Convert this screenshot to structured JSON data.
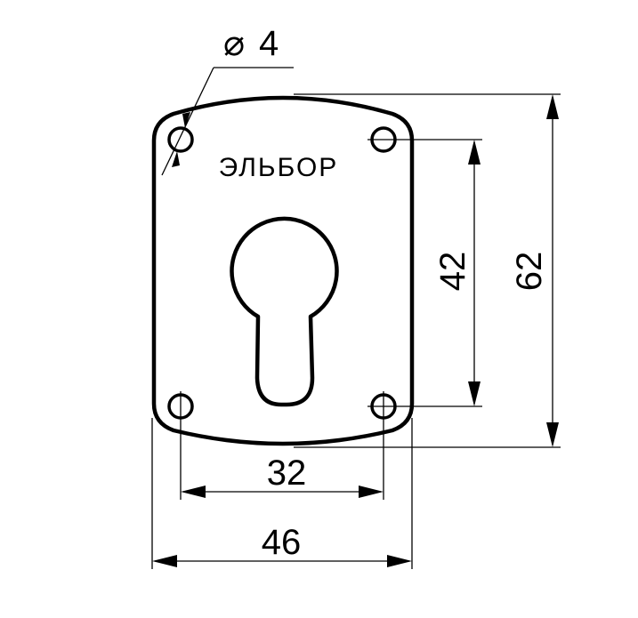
{
  "brand_label": "ЭЛЬБОР",
  "dimensions": {
    "hole_diameter": {
      "symbol": "⌀",
      "value": "4"
    },
    "hole_spacing_vertical": "42",
    "plate_height": "62",
    "hole_spacing_horizontal": "32",
    "plate_width": "46"
  }
}
